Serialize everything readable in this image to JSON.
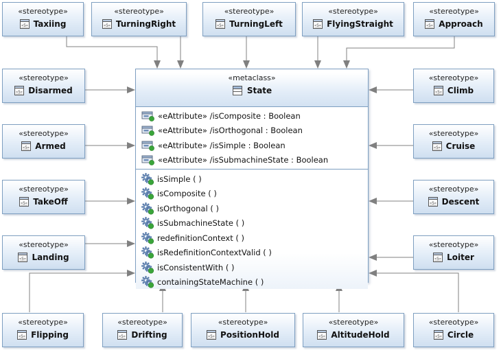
{
  "stereotype_keyword": "«stereotype»",
  "metaclass": {
    "keyword": "«metaclass»",
    "name": "State",
    "attributes": [
      "«eAttribute» /isComposite : Boolean",
      "«eAttribute» /isOrthogonal : Boolean",
      "«eAttribute» /isSimple : Boolean",
      "«eAttribute» /isSubmachineState : Boolean"
    ],
    "operations": [
      "isSimple ( )",
      "isComposite ( )",
      "isOrthogonal ( )",
      "isSubmachineState ( )",
      "redefinitionContext ( )",
      "isRedefinitionContextValid ( )",
      "isConsistentWith ( )",
      "containingStateMachine ( )"
    ]
  },
  "stereotypes": {
    "top": [
      "Taxiing",
      "TurningRight",
      "TurningLeft",
      "FlyingStraight",
      "Approach"
    ],
    "left": [
      "Disarmed",
      "Armed",
      "TakeOff",
      "Landing"
    ],
    "right": [
      "Climb",
      "Cruise",
      "Descent",
      "Loiter"
    ],
    "bottom": [
      "Flipping",
      "Drifting",
      "PositionHold",
      "AltitudeHold",
      "Circle"
    ]
  },
  "icons": {
    "stereotype": "stereotype-icon",
    "metaclass": "metaclass-icon",
    "attribute": "attribute-icon",
    "operation": "operation-icon"
  },
  "colors": {
    "border": "#7d9ec0",
    "arrow": "#808080",
    "fill_top": "#ffffff",
    "fill_bottom": "#cfdff0",
    "operation_gear": "#5b7fb0",
    "badge_green": "#3aa53a"
  }
}
